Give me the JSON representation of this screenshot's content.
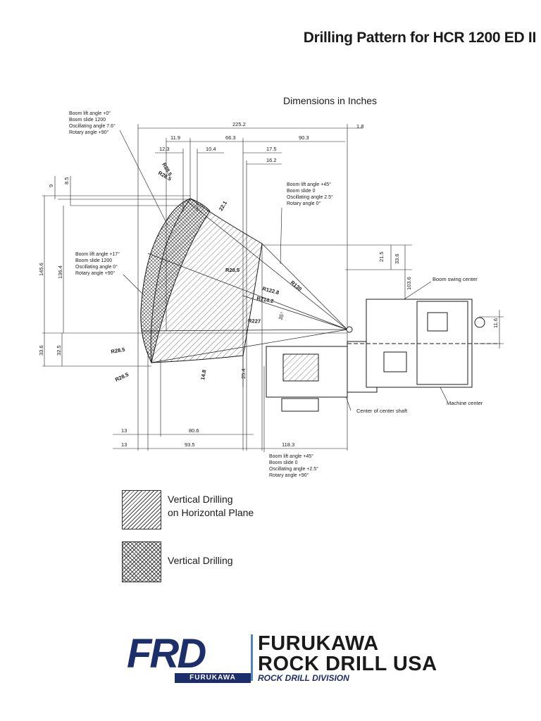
{
  "header": {
    "title": "Drilling Pattern for HCR 1200 ED II",
    "subtitle": "Dimensions in Inches"
  },
  "diagram": {
    "notes": {
      "note1": [
        "Boom lift angle +0°",
        "Boom slide 1200",
        "Oscillating angle 7.6°",
        "Rotary angle  +90°"
      ],
      "note2": [
        "Boom lift angle +45°",
        "Boom slide 0",
        "Oscillating angle 2.5°",
        "Rotary angle  0°"
      ],
      "note3": [
        "Boom lift angle +17°",
        "Boom slide 1200",
        "Oscillating angle 0°",
        "Rotary angle  +90°"
      ],
      "note4": [
        "Boom lift angle +45°",
        "Boom slide 0",
        "Oscillating angle +2.5°",
        "Rotary angle  +90°"
      ]
    },
    "top_dims": {
      "d225_2": "225.2",
      "d1_8": "1.8",
      "d11_9": "11.9",
      "d66_3": "66.3",
      "d90_3": "90.3",
      "d12_3": "12.3",
      "d10_4": "10.4",
      "d17_5": "17.5",
      "d16_2": "16.2"
    },
    "left_dims": {
      "d9": "9",
      "d8_5": "8.5",
      "d145_6": "145.6",
      "d136_4": "136.4",
      "d33_6": "33.6",
      "d32_5": "32.5"
    },
    "right_dims": {
      "d21_5": "21.5",
      "d33_6": "33.6",
      "d103_6": "103.6",
      "d11_6": "11.6"
    },
    "bottom_dims": {
      "d13a": "13",
      "d80_6": "80.6",
      "d13b": "13",
      "d93_5": "93.5",
      "d118_3": "118.3"
    },
    "radii": {
      "r28_5_top": "R28.5",
      "r28_5_top2": "R28.5",
      "r22_1": "22.1",
      "r28_5_mid": "R28.5",
      "r130": "R130",
      "r122_8": "R122.8",
      "r214_2": "R214.2",
      "r227": "R227",
      "a35": "35°",
      "r28_5_low": "R28.5",
      "r28_5_bot": "R28.5",
      "d14_8": "14.8",
      "d25_4": "25.4"
    },
    "callouts": {
      "boom_swing_center": "Boom swing center",
      "center_shaft": "Center of center shaft",
      "machine_center": "Machine center"
    }
  },
  "legend": {
    "item1": [
      "Vertical Drilling",
      "on Horizontal Plane"
    ],
    "item2": "Vertical Drilling"
  },
  "logo": {
    "mark": "FRD",
    "mark_sub": "FURUKAWA",
    "line1": "FURUKAWA",
    "line2": "ROCK DRILL USA",
    "division": "ROCK DRILL DIVISION"
  },
  "colors": {
    "brand_navy": "#1d2f6b",
    "brand_blue": "#4d84c4",
    "line": "#1a1a1a"
  }
}
